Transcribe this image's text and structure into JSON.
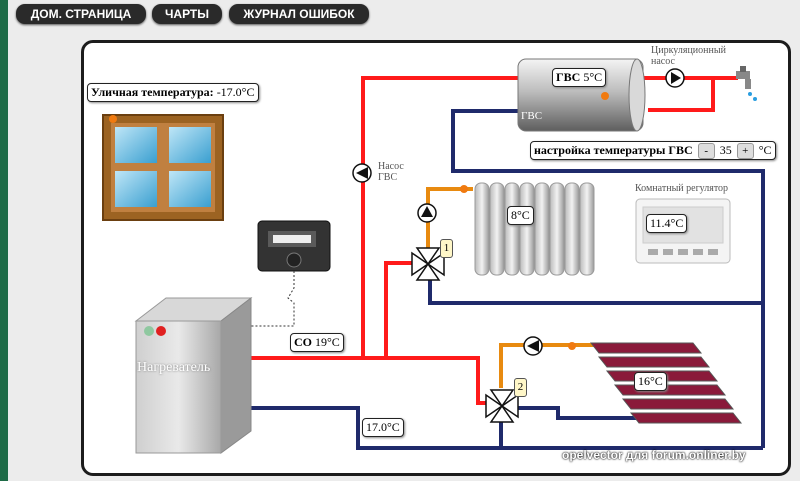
{
  "nav": {
    "home": "ДОМ. СТРАНИЦА",
    "charts": "ЧАРТЫ",
    "errors": "ЖУРНАЛ ОШИБОК"
  },
  "outdoor": {
    "label": "Уличная температура:",
    "value": "-17.0°C"
  },
  "dhw_tank": {
    "label": "ГВС",
    "value": "5°C",
    "body_text": "ГВС"
  },
  "circ_pump": {
    "label": "Циркуляционный насос"
  },
  "dhw_pump": {
    "label": "Насос ГВС"
  },
  "dhw_setting": {
    "label": "настройка температуры ГВС",
    "minus": "-",
    "value": "35",
    "plus": "+",
    "unit": "°C"
  },
  "radiator": {
    "value": "8°C"
  },
  "room_regulator": {
    "label": "Комнатный регулятор",
    "value": "11.4°C"
  },
  "heater": {
    "label": "Нагреватель"
  },
  "co": {
    "label": "СО",
    "value": "19°C"
  },
  "return_temp": {
    "value": "17.0°C"
  },
  "floor": {
    "value": "16°C"
  },
  "valves": {
    "v1": "1",
    "v2": "2"
  },
  "watermark": "opelvector для forum.onliner.by",
  "colors": {
    "supply": "#ff1a1a",
    "return": "#1f2a6b",
    "loop": "#e88a10",
    "panel_border": "#1c1c1c",
    "nav_bg": "#2a2a2a"
  }
}
